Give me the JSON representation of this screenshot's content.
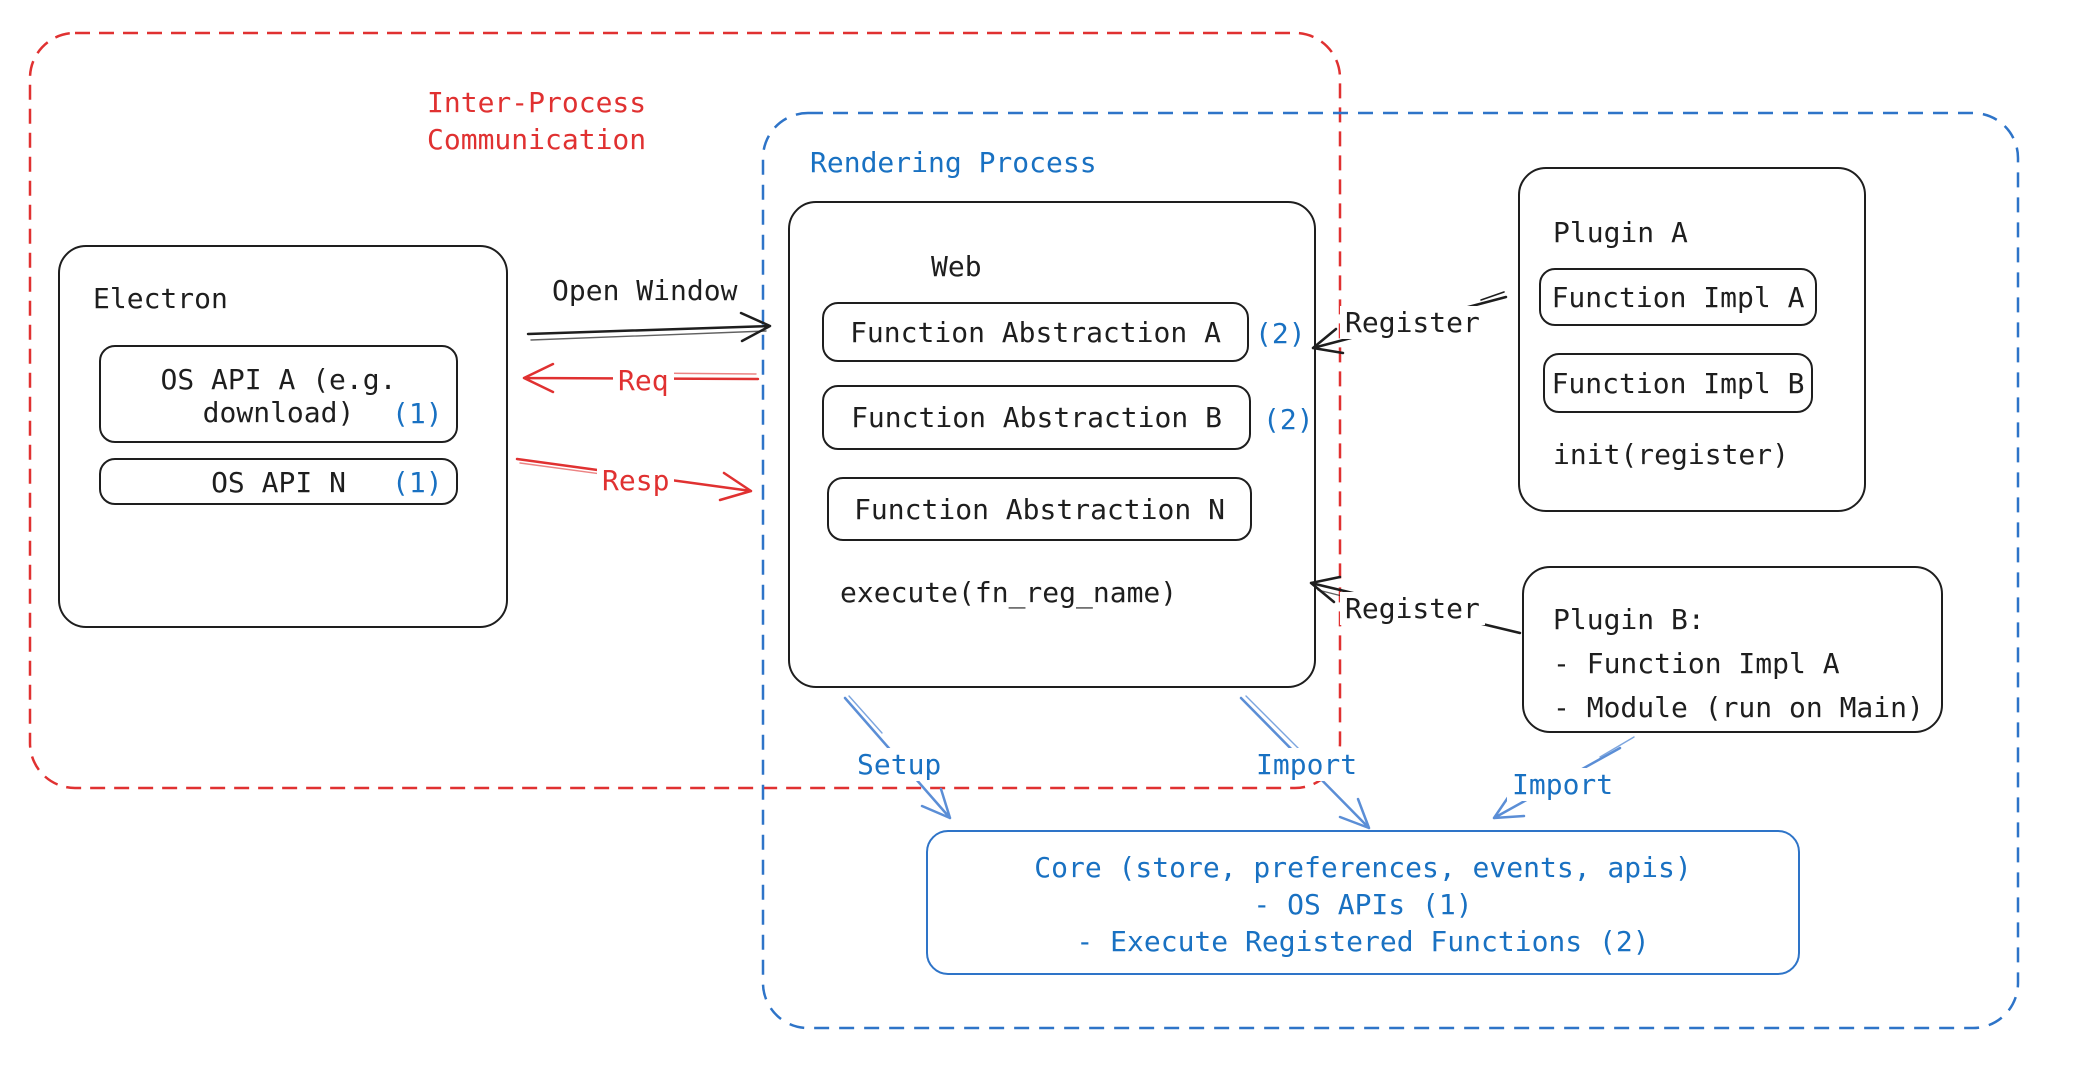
{
  "diagram": {
    "palette": {
      "background": "#ffffff",
      "stroke_black": "#1e1e1e",
      "stroke_red": "#e03131",
      "stroke_blue": "#1971c2",
      "arrow_blue": "#5b8ed6",
      "container_blue": "#2e74c8"
    },
    "ipc": {
      "title_line1": "Inter-Process",
      "title_line2": "Communication"
    },
    "rendering": {
      "title": "Rendering Process"
    },
    "electron": {
      "title": "Electron",
      "os_api_a_line1": "OS API A (e.g.",
      "os_api_a_line2": "download)",
      "os_api_a_ref": "(1)",
      "os_api_n_label": "OS API N",
      "os_api_n_ref": "(1)"
    },
    "web": {
      "title": "Web",
      "abstraction_a": "Function Abstraction A",
      "abstraction_a_ref": "(2)",
      "abstraction_b": "Function Abstraction B",
      "abstraction_b_ref": "(2)",
      "abstraction_n": "Function Abstraction N",
      "execute_label": "execute(fn_reg_name)"
    },
    "plugin_a": {
      "title": "Plugin A",
      "impl_a": "Function Impl A",
      "impl_b": "Function Impl B",
      "init_label": "init(register)"
    },
    "plugin_b": {
      "title": "Plugin B:",
      "item1": "- Function Impl A",
      "item2": "- Module (run on Main)"
    },
    "core": {
      "line1": "Core (store, preferences, events, apis)",
      "line2": "- OS APIs (1)",
      "line3": "- Execute Registered Functions (2)"
    },
    "arrows": {
      "open_window": "Open Window",
      "req": "Req",
      "resp": "Resp",
      "register_plugin_a": "Register",
      "register_plugin_b": "Register",
      "setup": "Setup",
      "import_web": "Import",
      "import_plugin_b": "Import"
    }
  }
}
